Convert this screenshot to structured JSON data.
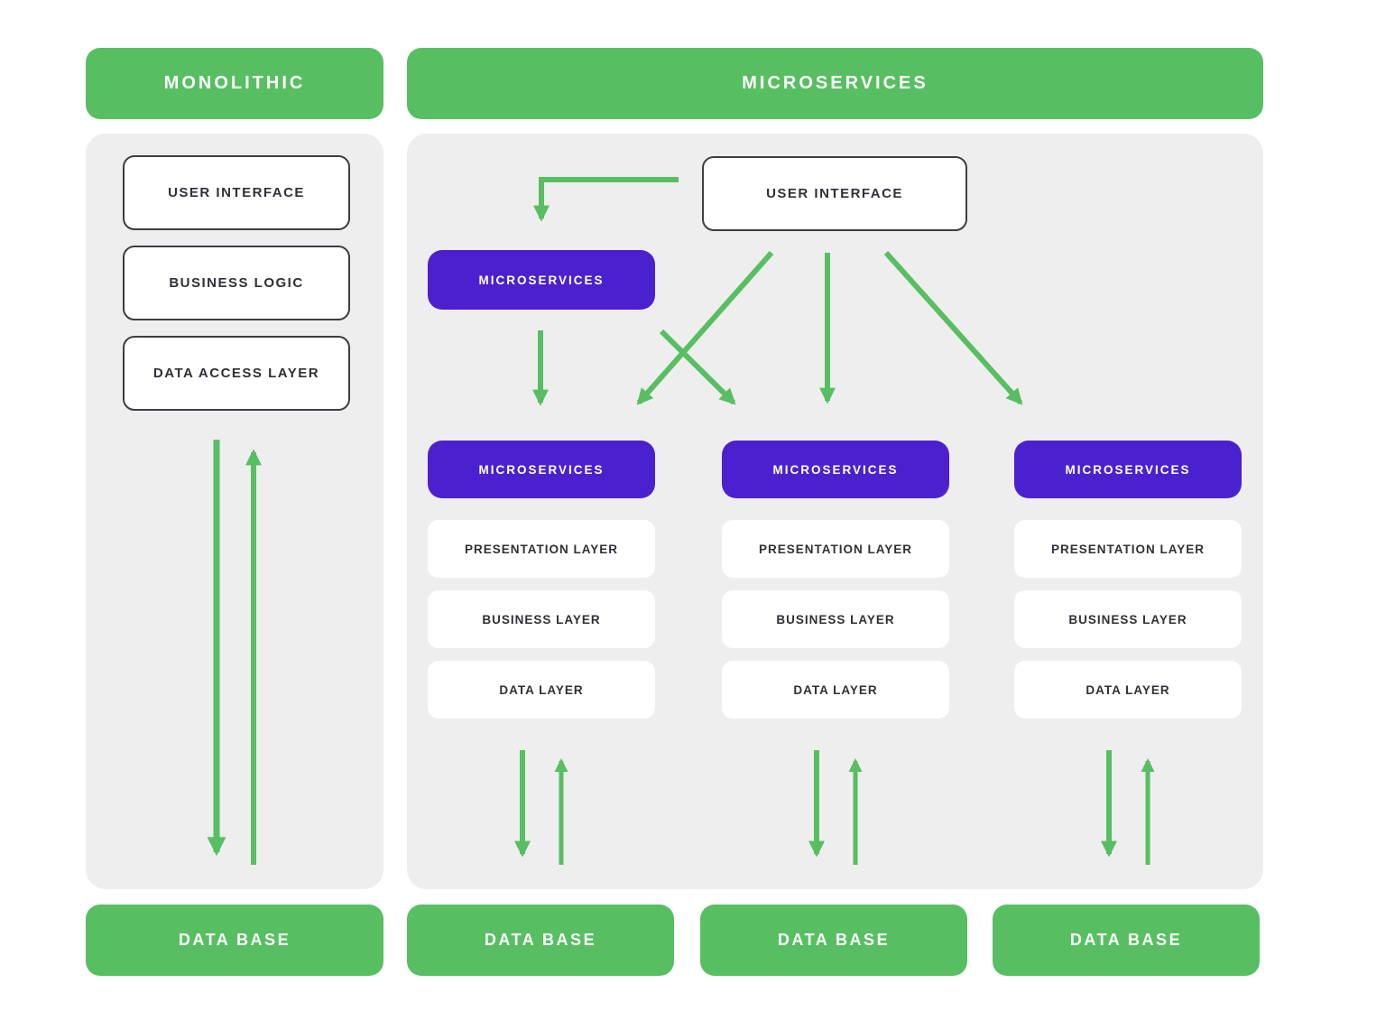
{
  "colors": {
    "green": "#57BF62",
    "purple": "#4B21CF",
    "panel_gray": "#EFEEEE",
    "box_white": "#FFFFFF",
    "dark_text": "#312F38",
    "box_border": "#3E3D43"
  },
  "monolithic": {
    "title": "MONOLITHIC",
    "layers": [
      "USER INTERFACE",
      "BUSINESS LOGIC",
      "DATA ACCESS LAYER"
    ],
    "database_label": "DATA BASE"
  },
  "microservices": {
    "title": "MICROSERVICES",
    "user_interface_label": "USER INTERFACE",
    "gateway_label": "MICROSERVICES",
    "columns": [
      {
        "service_label": "MICROSERVICES",
        "layers": [
          "PRESENTATION LAYER",
          "BUSINESS LAYER",
          "DATA LAYER"
        ],
        "database_label": "DATA BASE"
      },
      {
        "service_label": "MICROSERVICES",
        "layers": [
          "PRESENTATION LAYER",
          "BUSINESS LAYER",
          "DATA LAYER"
        ],
        "database_label": "DATA BASE"
      },
      {
        "service_label": "MICROSERVICES",
        "layers": [
          "PRESENTATION LAYER",
          "BUSINESS LAYER",
          "DATA LAYER"
        ],
        "database_label": "DATA BASE"
      }
    ]
  }
}
